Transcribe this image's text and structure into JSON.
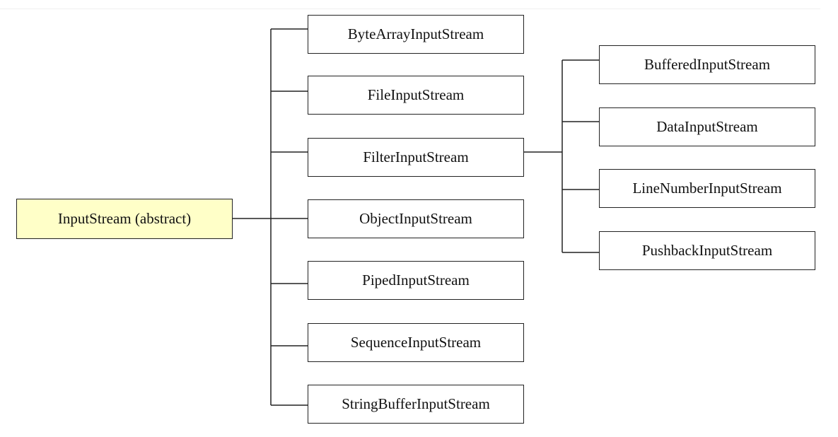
{
  "root": {
    "label": "InputStream (abstract)",
    "fill": "#ffffc8"
  },
  "children": [
    {
      "label": "ByteArrayInputStream"
    },
    {
      "label": "FileInputStream"
    },
    {
      "label": "FilterInputStream"
    },
    {
      "label": "ObjectInputStream"
    },
    {
      "label": "PipedInputStream"
    },
    {
      "label": "SequenceInputStream"
    },
    {
      "label": "StringBufferInputStream"
    }
  ],
  "filter_children": [
    {
      "label": "BufferedInputStream"
    },
    {
      "label": "DataInputStream"
    },
    {
      "label": "LineNumberInputStream"
    },
    {
      "label": "PushbackInputStream"
    }
  ],
  "colors": {
    "line": "#222222",
    "box_fill": "#ffffff"
  }
}
